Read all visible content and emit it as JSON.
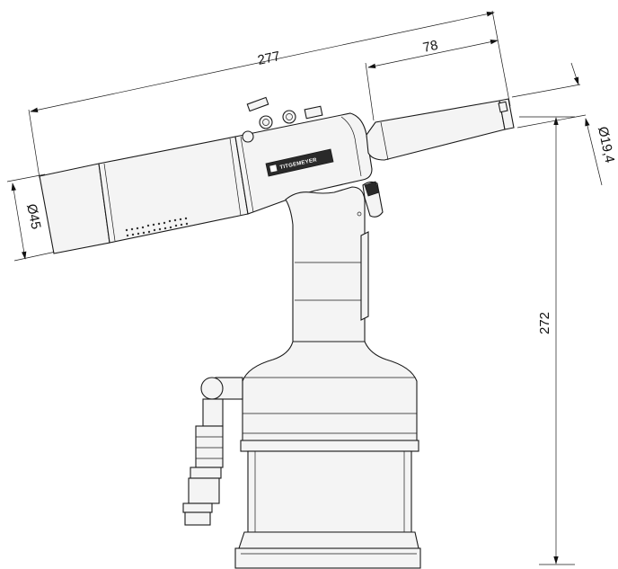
{
  "dimensions": {
    "overall_length": "277",
    "nose_length": "78",
    "height": "272",
    "rear_diameter": "Ø45",
    "nose_diameter": "Ø19,4"
  },
  "brand_label": "TITGEMEYER"
}
